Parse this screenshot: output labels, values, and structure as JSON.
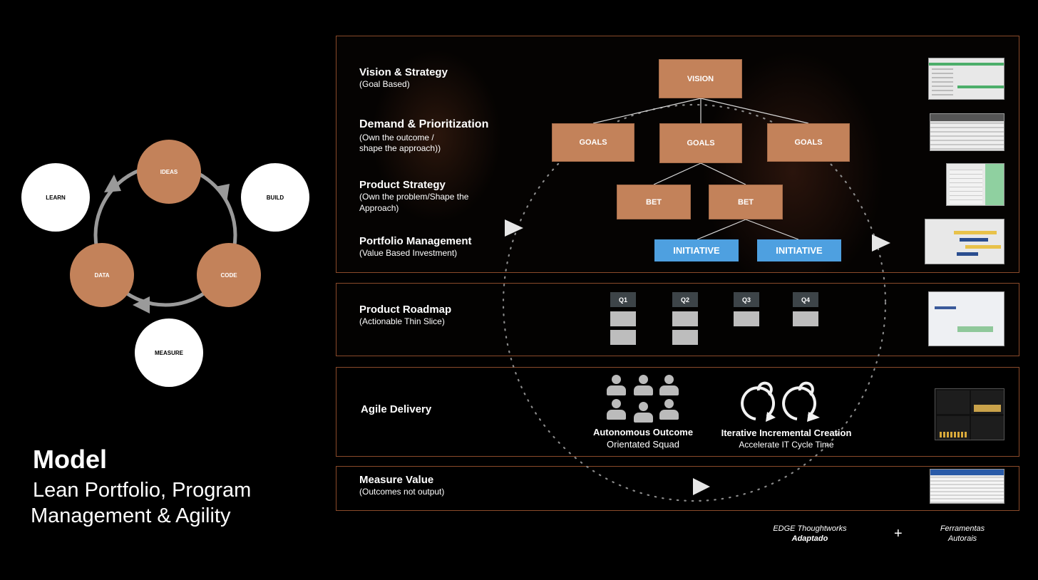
{
  "cycle": {
    "nodes": {
      "learn": "LEARN",
      "ideas": "IDEAS",
      "build": "BUILD",
      "data": "DATA",
      "code": "CODE",
      "measure": "MEASURE"
    }
  },
  "model": {
    "title": "Model",
    "line1": "Lean Portfolio, Program",
    "line2": "Management & Agility"
  },
  "sections": {
    "vision": {
      "title": "Vision & Strategy",
      "sub": "(Goal Based)"
    },
    "demand": {
      "title": "Demand & Prioritization",
      "sub1": "(Own the outcome /",
      "sub2": "shape the approach))"
    },
    "product_strategy": {
      "title": "Product Strategy",
      "sub1": "(Own the problem/Shape the",
      "sub2": "Approach)"
    },
    "portfolio": {
      "title": "Portfolio Management",
      "sub": "(Value Based Investment)"
    },
    "roadmap": {
      "title": "Product Roadmap",
      "sub": "(Actionable Thin Slice)"
    },
    "agile": {
      "title": "Agile Delivery"
    },
    "measure": {
      "title": "Measure Value",
      "sub": "(Outcomes not output)"
    }
  },
  "tree": {
    "vision": "VISION",
    "goals": [
      "GOALS",
      "GOALS",
      "GOALS"
    ],
    "bets": [
      "BET",
      "BET"
    ],
    "initiatives": [
      "INITIATIVE",
      "INITIATIVE"
    ]
  },
  "quarters": [
    "Q1",
    "Q2",
    "Q3",
    "Q4"
  ],
  "squad": {
    "title": "Autonomous Outcome",
    "sub": "Orientated Squad"
  },
  "iterative": {
    "title": "Iterative Incremental Creation",
    "sub": "Accelerate IT Cycle Time"
  },
  "footer": {
    "edge_line1": "EDGE Thoughtworks",
    "edge_line2": "Adaptado",
    "plus": "+",
    "tools_line1": "Ferramentas",
    "tools_line2": "Autorais"
  },
  "colors": {
    "copper": "#c3825a",
    "initiative_blue": "#4ea0e0",
    "panel_border": "#8a4a2a",
    "background": "#000000"
  }
}
